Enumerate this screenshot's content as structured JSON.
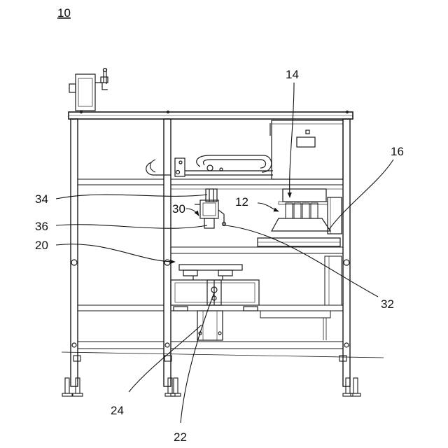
{
  "figure": {
    "number": "10",
    "labels": {
      "l14": "14",
      "l16": "16",
      "l34": "34",
      "l12": "12",
      "l30": "30",
      "l36": "36",
      "l20": "20",
      "l32": "32",
      "l24": "24",
      "l22": "22"
    }
  }
}
